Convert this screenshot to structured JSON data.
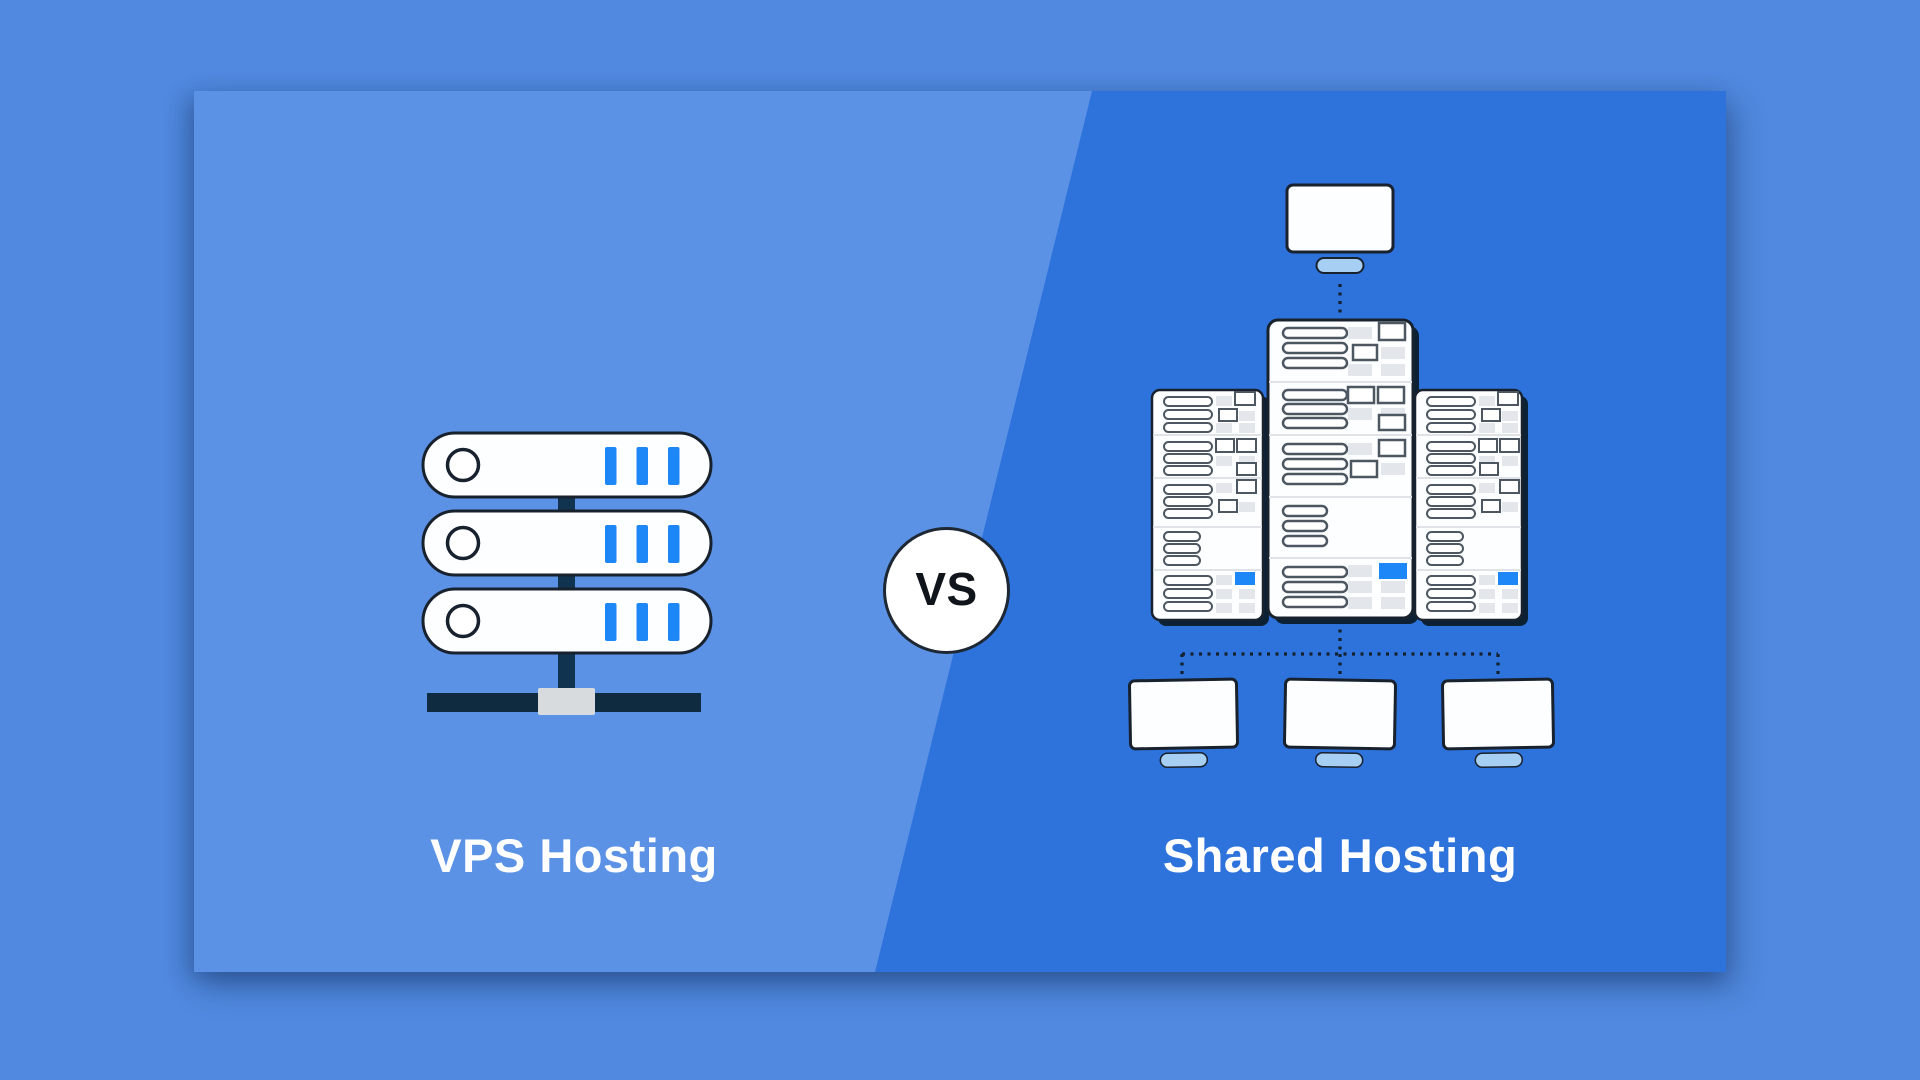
{
  "card": {
    "left_panel": {
      "label": "VPS Hosting"
    },
    "right_panel": {
      "label": "Shared Hosting"
    },
    "vs_badge": {
      "label": "VS"
    }
  },
  "icons": {
    "left_illustration": "vps-server-stack-icon",
    "right_illustration": "shared-hosting-network-icon"
  },
  "colors": {
    "page_background": "#5089df",
    "panel_left_blue": "#5b92e5",
    "panel_right_blue": "#2e73dc",
    "accent_blue": "#1e87f7",
    "dark_navy": "#0e2b40",
    "outline_ink": "#18222e",
    "monitor_stand_blue": "#a7cef3",
    "rack_cell_gray": "#e3e6ea",
    "label_text": "#ffffff",
    "vs_text": "#10151b"
  }
}
